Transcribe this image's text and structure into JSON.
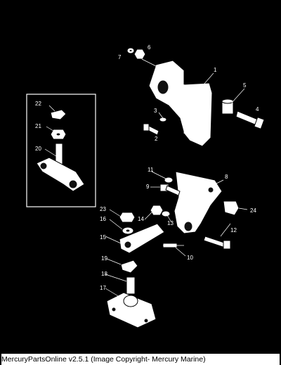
{
  "caption": "MercuryPartsOnline v2.5.1 (Image Copyright- Mercury Marine)",
  "callouts": {
    "c1": "1",
    "c2": "2",
    "c3": "3",
    "c4": "4",
    "c5": "5",
    "c6": "6",
    "c7": "7",
    "c8": "8",
    "c9": "9",
    "c10": "10",
    "c11": "11",
    "c12": "12",
    "c13": "13",
    "c14": "14",
    "c15": "15",
    "c16": "16",
    "c17": "17",
    "c18": "18",
    "c19": "19",
    "c20": "20",
    "c21": "21",
    "c22": "22",
    "c23": "23",
    "c24": "24"
  },
  "colors": {
    "background": "#000000",
    "line_art": "#ffffff",
    "caption_bg": "#ffffff",
    "caption_text": "#000000"
  }
}
